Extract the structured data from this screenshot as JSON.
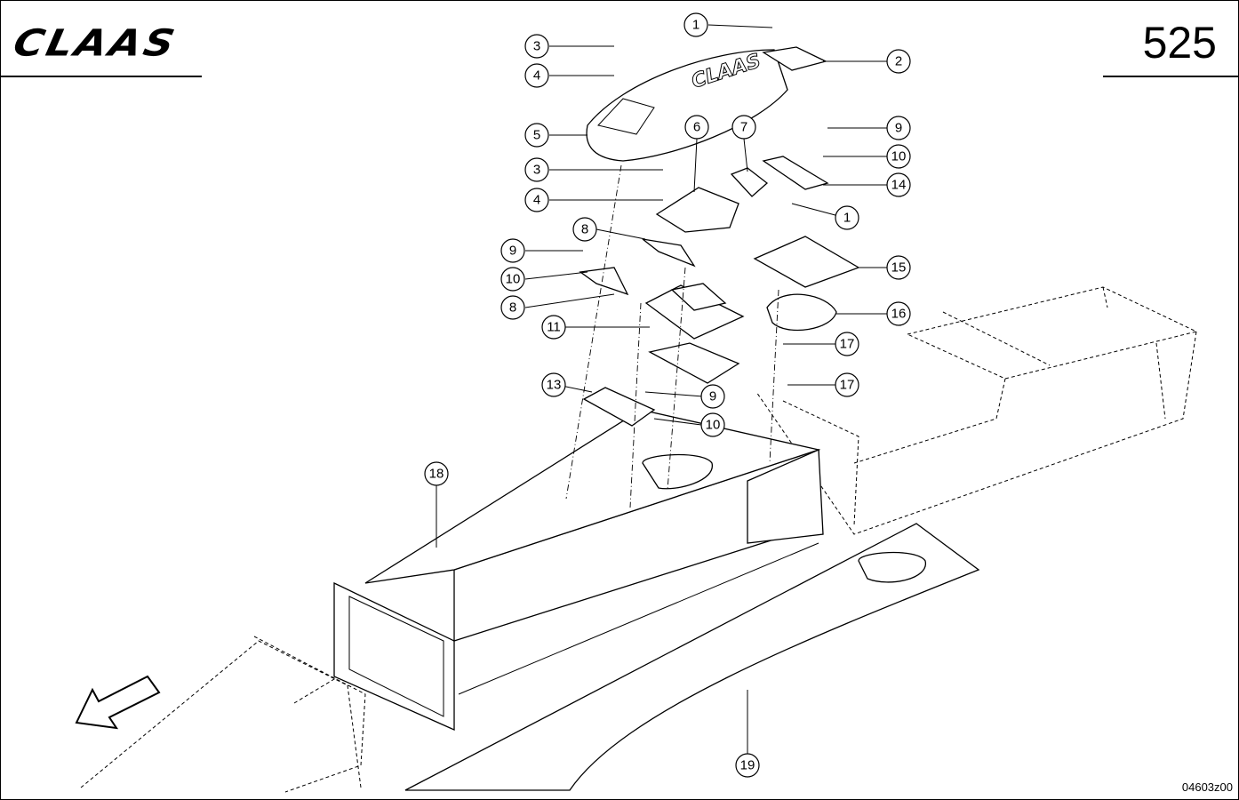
{
  "header": {
    "brand": "CLAAS",
    "page_number": "525"
  },
  "figure_code": "04603z00",
  "callouts": [
    "1",
    "2",
    "3",
    "4",
    "5",
    "6",
    "7",
    "3",
    "4",
    "9",
    "10",
    "14",
    "1",
    "8",
    "9",
    "10",
    "8",
    "11",
    "15",
    "16",
    "17",
    "13",
    "9",
    "10",
    "17",
    "18",
    "19"
  ],
  "arrow_icon": "direction-arrow-icon"
}
